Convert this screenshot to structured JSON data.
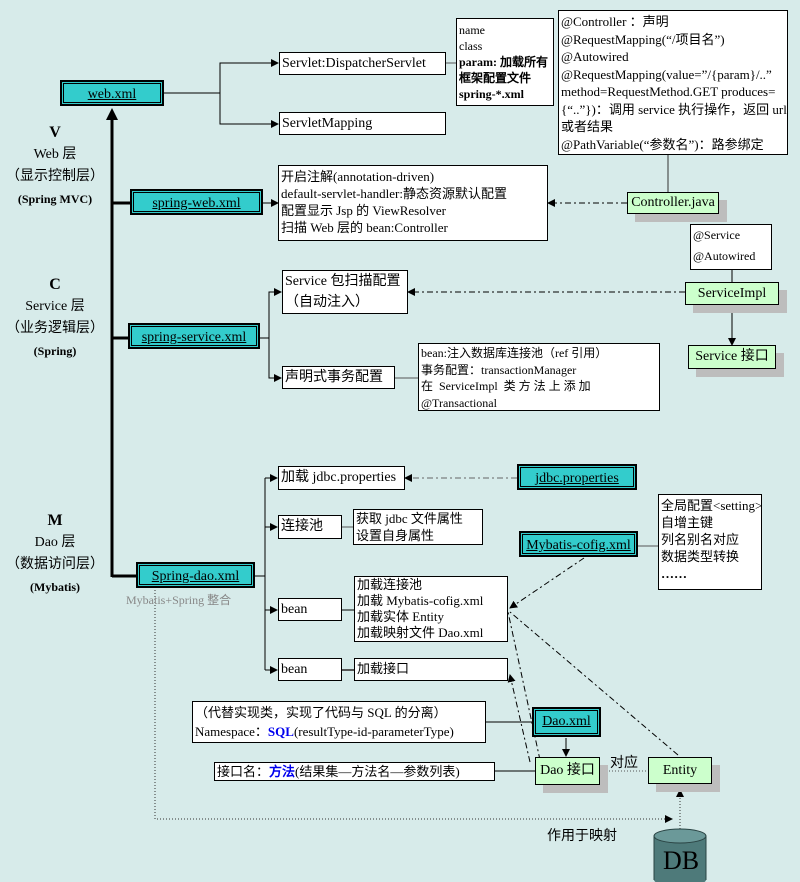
{
  "layers": {
    "v": {
      "letter": "V",
      "name": "Web 层",
      "desc": "（显示控制层）",
      "tech": "(Spring MVC)"
    },
    "c": {
      "letter": "C",
      "name": "Service 层",
      "desc": "（业务逻辑层）",
      "tech": "(Spring)"
    },
    "m": {
      "letter": "M",
      "name": "Dao 层",
      "desc": "（数据访问层）",
      "tech": "(Mybatis)"
    }
  },
  "xml_files": {
    "web": "web.xml",
    "spring_web": "spring-web.xml",
    "spring_service": "spring-service.xml",
    "spring_dao": "Spring-dao.xml",
    "jdbc_properties": "jdbc.properties",
    "mybatis_config": "Mybatis-cofig.xml",
    "dao_xml": "Dao.xml"
  },
  "web_xml": {
    "servlet": "Servlet:DispatcherServlet",
    "mapping": "ServletMapping",
    "servlet_note": [
      "name",
      "class",
      "param: 加载所有框架配置文件 spring-*.xml"
    ]
  },
  "controller_note": [
    "@Controller ：声明",
    "@RequestMapping(“/项目名”)",
    "@Autowired",
    "@RequestMapping(value=”/{param}/..”",
    "method=RequestMethod.GET      produces=",
    "{“..”})：调用 service 执行操作，返回 url",
    "或者结果",
    "@PathVariable(“参数名”)：路参绑定"
  ],
  "spring_web_note": [
    "开启注解(annotation-driven)",
    "default-servlet-handler:静态资源默认配置",
    "配置显示 Jsp 的 ViewResolver",
    "扫描 Web 层的 bean:Controller"
  ],
  "classes": {
    "controller": "Controller.java",
    "service_impl": "ServiceImpl",
    "service_iface": "Service 接口",
    "dao_iface": "Dao 接口",
    "entity": "Entity"
  },
  "service_annotations": [
    "@Service",
    "@Autowired"
  ],
  "spring_service": {
    "scan": [
      "Service 包扫描配置",
      "（自动注入）"
    ],
    "tx": "声明式事务配置",
    "tx_note": [
      "bean:注入数据库连接池（ref 引用）",
      "事务配置：transactionManager",
      "在  ServiceImpl  类 方 法 上 添 加",
      "@Transactional"
    ]
  },
  "spring_dao": {
    "load_jdbc": "加载 jdbc.properties",
    "pool": "连接池",
    "pool_note": [
      "获取 jdbc 文件属性",
      "设置自身属性"
    ],
    "bean1": "bean",
    "bean1_note": [
      "加载连接池",
      "加载 Mybatis-cofig.xml",
      "加载实体 Entity",
      "加载映射文件 Dao.xml"
    ],
    "bean2": "bean",
    "bean2_note": "加载接口",
    "caption": "Mybatis+Spring 整合"
  },
  "mybatis_note": [
    "全局配置<setting>",
    "自增主键",
    "列名别名对应",
    "数据类型转换",
    "……"
  ],
  "dao_xml_note": {
    "line1": "（代替实现类，实现了代码与 SQL 的分离）",
    "ns_prefix": "Namespace：",
    "ns_sql": "SQL",
    "ns_suffix": "(resultType-id-parameterType)"
  },
  "iface_note": {
    "prefix": "接口名：",
    "method": "方法",
    "suffix": "(结果集—方法名—参数列表)"
  },
  "labels": {
    "correspond": "对应",
    "mapping": "作用于映射",
    "db": "DB"
  }
}
